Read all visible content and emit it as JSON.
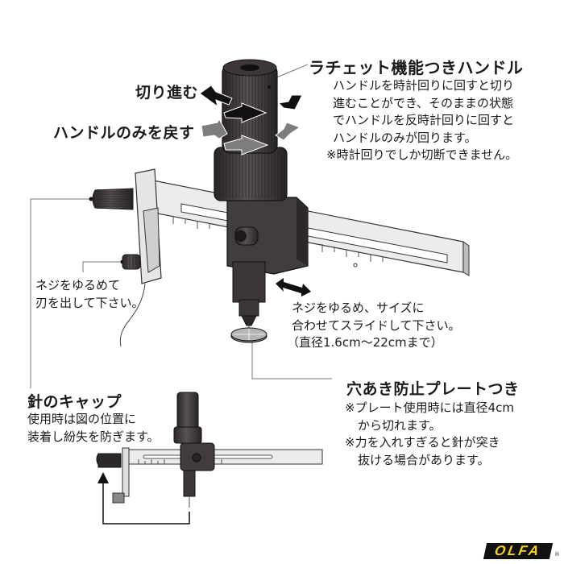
{
  "callouts": {
    "ratchet_handle": {
      "heading": "ラチェット機能つきハンドル",
      "lines": [
        "ハンドルを時計回りに回すと切り",
        "進むことができ、そのままの状態",
        "でハンドルを反時計回りに回すと",
        "ハンドルのみが回ります。",
        "※時計回りでしか切断できません。"
      ]
    },
    "cut_forward": {
      "label": "切り進む"
    },
    "return_handle": {
      "label": "ハンドルのみを戻す"
    },
    "blade_screw": {
      "lines": [
        "ネジをゆるめて",
        "刃を出して下さい。"
      ]
    },
    "slide_screw": {
      "lines": [
        "ネジをゆるめ、サイズに",
        "合わせてスライドして下さい。",
        "（直径1.6cm〜22cmまで）"
      ]
    },
    "plate": {
      "heading": "穴あき防止プレートつき",
      "lines": [
        "※プレート使用時には直径4cm",
        "から切れます。",
        "※力を入れすぎると針が突き",
        "抜ける場合があります。"
      ]
    },
    "needle_cap": {
      "heading": "針のキャップ",
      "lines": [
        "使用時は図の位置に",
        "装着し紛失を防ぎます。"
      ]
    }
  },
  "brand": {
    "logo_text": "OLFA",
    "registered": "®",
    "colors": {
      "logo_bg": "#111111",
      "logo_text": "#f6d21a"
    }
  },
  "colors": {
    "tool_dark": "#3a3434",
    "tool_mid": "#4e4747",
    "ruler": "#ececec",
    "arrow_black": "#111111",
    "arrow_gray": "#7d7d7d"
  }
}
